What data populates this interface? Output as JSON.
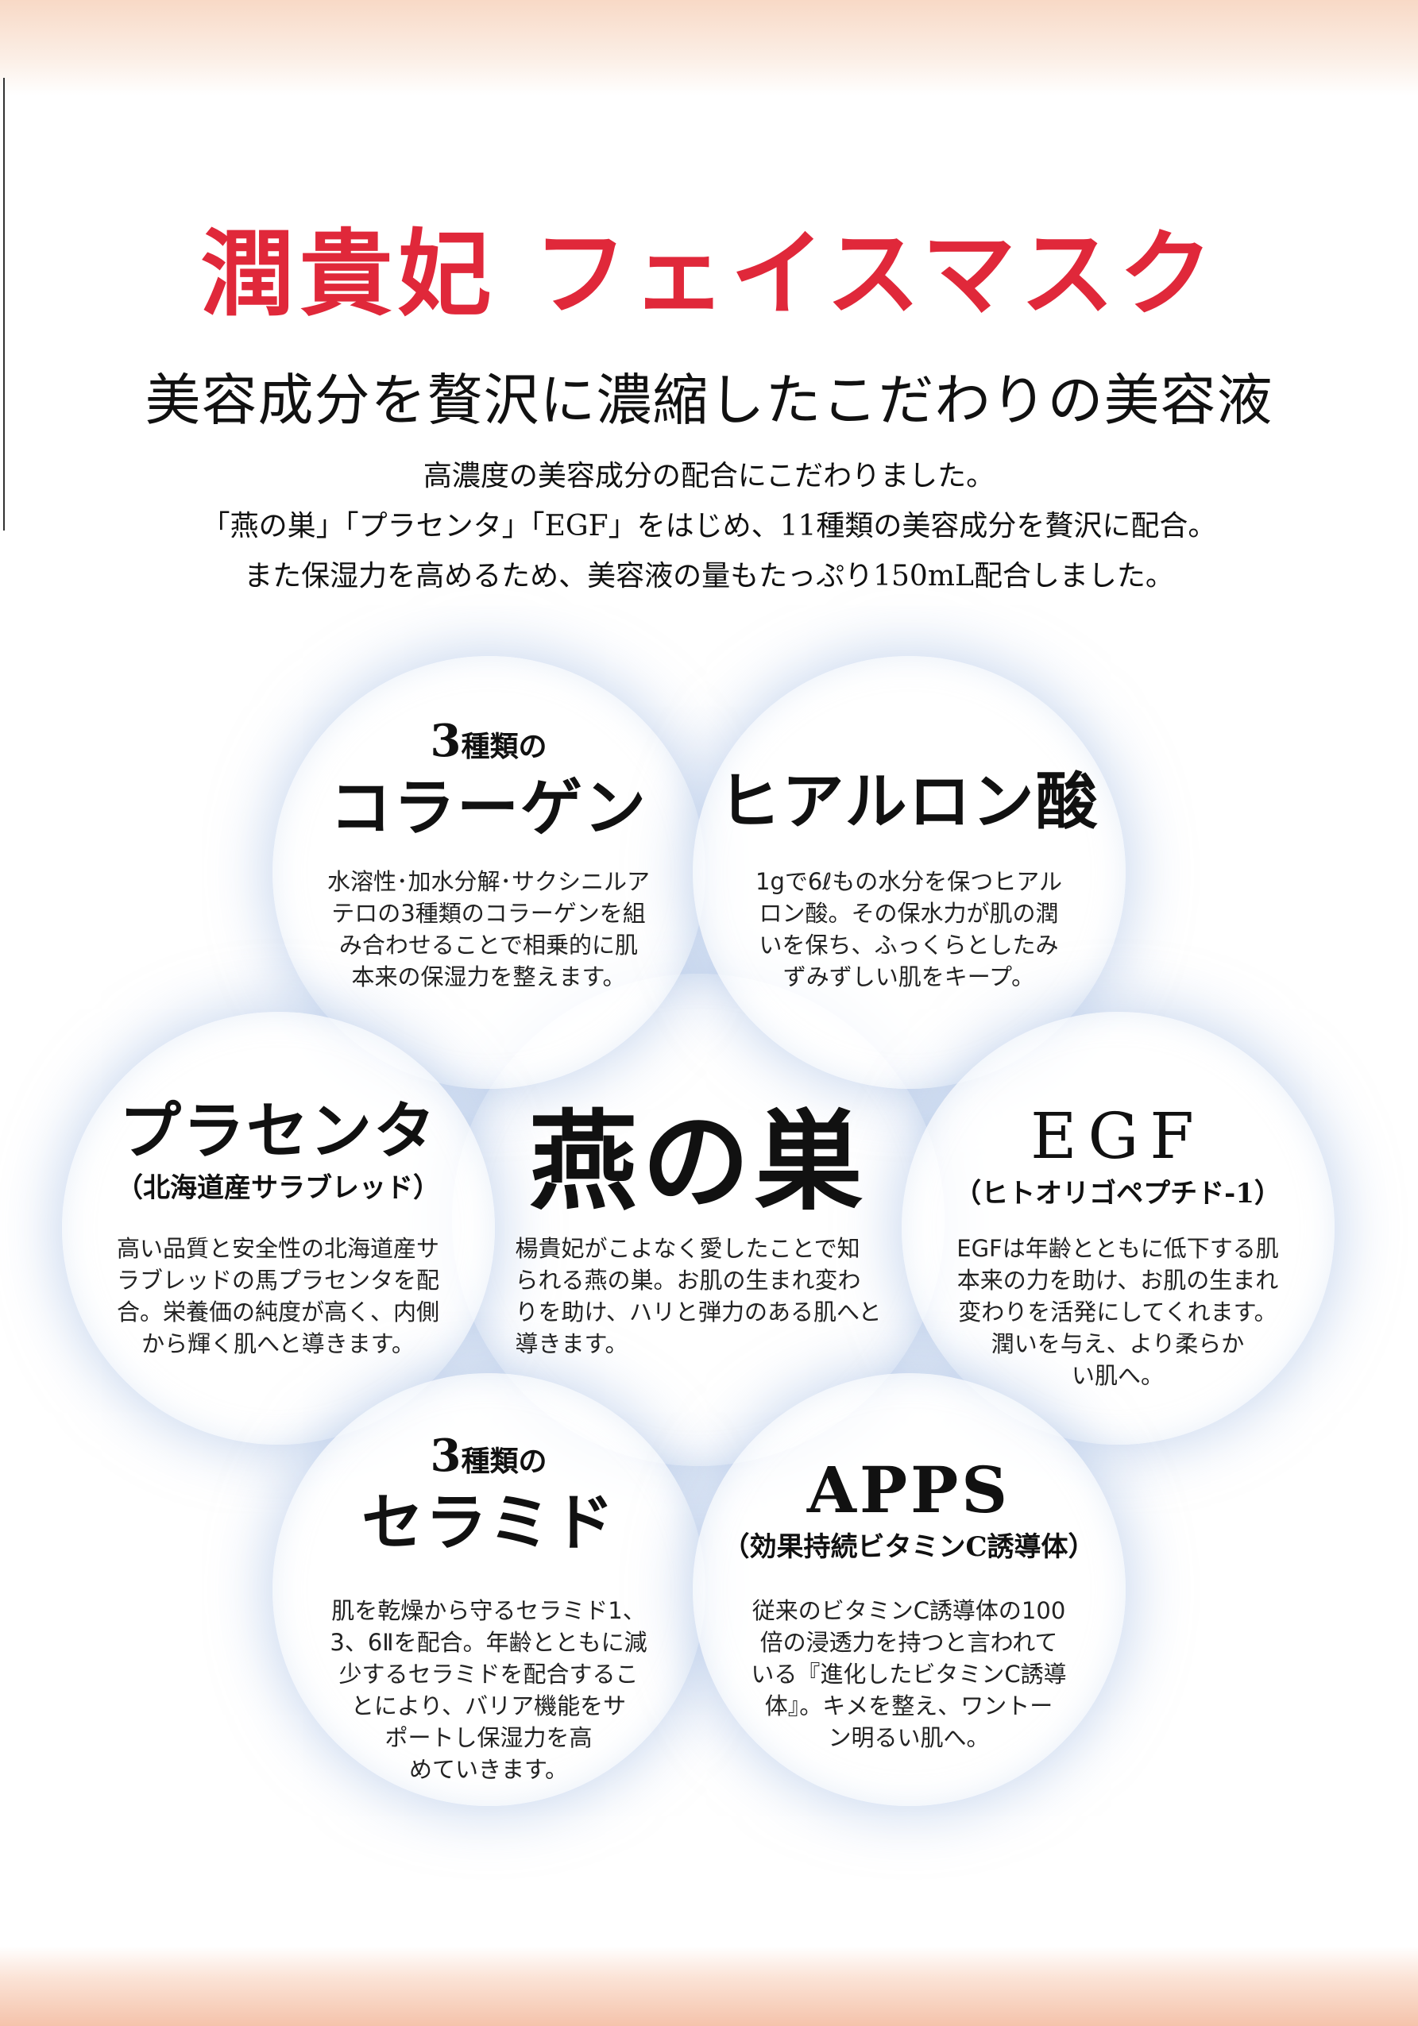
{
  "colors": {
    "title_red": "#e0283a",
    "top_band": "#f8d9c6",
    "bottom_band": "#f5c3ab",
    "circle_glow": "#a0b9e1"
  },
  "title": "潤貴妃 フェイスマスク",
  "subtitle": "美容成分を贅沢に濃縮したこだわりの美容液",
  "intro": [
    "高濃度の美容成分の配合にこだわりました。",
    "「燕の巣」「プラセンタ」「EGF」をはじめ、11種類の美容成分を贅沢に配合。",
    "また保湿力を高めるため、美容液の量もたっぷり150mL配合しました。"
  ],
  "ingredients": {
    "collagen": {
      "pre_num": "3",
      "pre_text": "種類の",
      "name": "コラーゲン",
      "desc": [
        "水溶性･加水分解･サクシニルア",
        "テロの3種類のコラーゲンを組",
        "み合わせることで相乗的に肌",
        "本来の保湿力を整えます。"
      ]
    },
    "hyaluronic": {
      "name": "ヒアルロン酸",
      "desc": [
        "1gで6ℓもの水分を保つヒアル",
        "ロン酸。その保水力が肌の潤",
        "いを保ち、ふっくらとしたみ",
        "ずみずしい肌をキープ。"
      ]
    },
    "placenta": {
      "name": "プラセンタ",
      "sub": "（北海道産サラブレッド）",
      "desc": [
        "高い品質と安全性の北海道産サ",
        "ラブレッドの馬プラセンタを配",
        "合。栄養価の純度が高く、内側",
        "から輝く肌へと導きます。"
      ]
    },
    "birdnest": {
      "name": "燕の巣",
      "desc": [
        "楊貴妃がこよなく愛したことで知",
        "られる燕の巣。お肌の生まれ変わ",
        "りを助け、ハリと弾力のある肌へと",
        "導きます。"
      ]
    },
    "egf": {
      "name": "EGF",
      "sub": "（ヒトオリゴペプチド-1）",
      "desc": [
        "EGFは年齢とともに低下する肌",
        "本来の力を助け、お肌の生まれ",
        "変わりを活発にしてくれます。",
        "潤いを与え、より柔らか",
        "い肌へ。"
      ]
    },
    "ceramide": {
      "pre_num": "3",
      "pre_text": "種類の",
      "name": "セラミド",
      "desc": [
        "肌を乾燥から守るセラミド1、",
        "3、6Ⅱを配合。年齢とともに減",
        "少するセラミドを配合するこ",
        "とにより、バリア機能をサ",
        "ポートし保湿力を高",
        "めていきます。"
      ]
    },
    "apps": {
      "name": "APPS",
      "sub": "（効果持続ビタミンC誘導体）",
      "desc": [
        "従来のビタミンC誘導体の100",
        "倍の浸透力を持つと言われて",
        "いる『進化したビタミンC誘導",
        "体』。キメを整え、ワントー",
        "ン明るい肌へ。"
      ]
    }
  }
}
